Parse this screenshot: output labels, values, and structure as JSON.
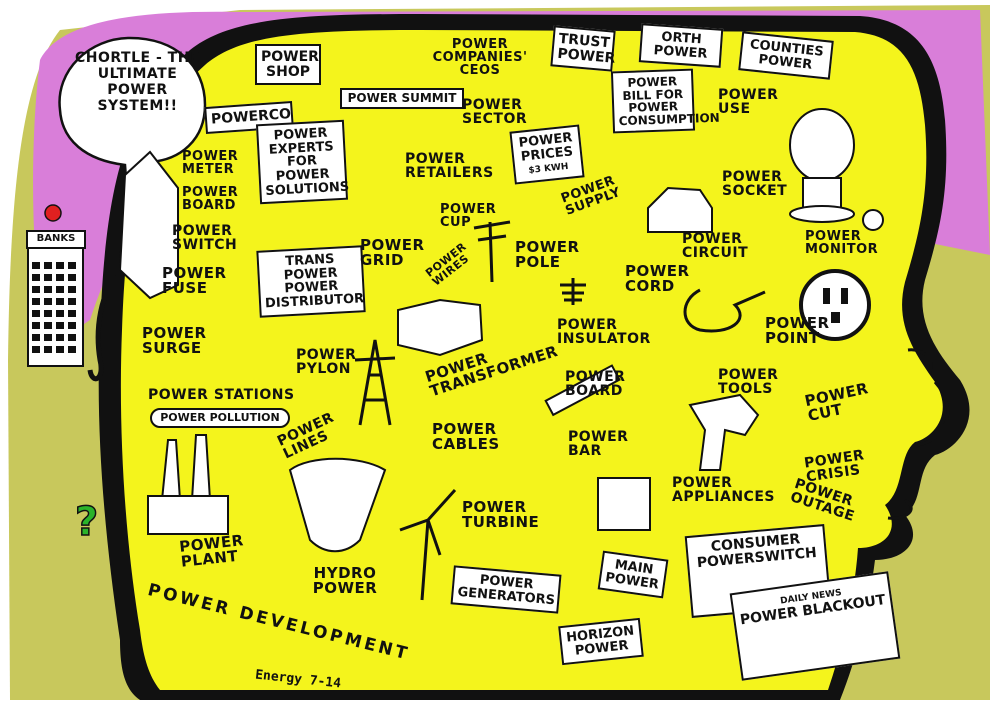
{
  "colors": {
    "skin": "#f4f41c",
    "outer": "#c8c85c",
    "hair": "#d97ed9",
    "ink": "#111111",
    "paper": "#ffffff"
  },
  "speech": "CHORTLE - THE ULTIMATE POWER SYSTEM!!",
  "banks": "BANKS",
  "signature": "Energy 7-14",
  "boxes": {
    "power_shop": "POWER SHOP",
    "powerco": "POWERCO",
    "power_summit": "POWER SUMMIT",
    "trust_power": "TRUST POWER",
    "north_power": "ORTH POWER",
    "counties_power": "COUNTIES POWER",
    "power_bill": "POWER BILL for POWER CONSUMPTION",
    "power_experts": "POWER EXPERTS FOR POWER SOLUTIONS",
    "power_prices": "POWER PRICES",
    "power_prices_sub": "$3 Kwh",
    "transpower": "TRANS POWER POWER DISTRIBUTOR",
    "power_generators": "POWER GENERATORS",
    "main_power": "MAIN POWER",
    "horizon_power": "HORIZON POWER",
    "consumer": "CONSUMER",
    "powerswitch": "POWERSWITCH",
    "daily_news": "DAILY NEWS",
    "power_blackout": "POWER BLACKOUT"
  },
  "labels": {
    "power_companies_ceos": "POWER COMPANIES' CEOS",
    "power_sector": "POWER SECTOR",
    "power_use": "POWER USE",
    "power_meter": "POWER METER",
    "power_board_left": "POWER BOARD",
    "power_switch": "POWER SWITCH",
    "power_fuse": "POWER FUSE",
    "power_surge": "POWER SURGE",
    "power_stations": "POWER STATIONS",
    "power_pollution": "POWER POLLUTION",
    "power_retailers": "POWER RETAILERS",
    "power_supply": "POWER SUPPLY",
    "power_socket": "POWER SOCKET",
    "power_cup": "POWER CUP",
    "power_grid": "POWER GRID",
    "power_wires": "POWER WIRES",
    "power_pole": "POWER POLE",
    "power_circuit": "POWER CIRCUIT",
    "power_monitor": "POWER MONITOR",
    "power_cord": "POWER CORD",
    "power_insulator": "POWER INSULATOR",
    "power_point": "POWER POINT",
    "power_pylon": "POWER PYLON",
    "power_transformer": "POWER TRANSFORMER",
    "power_lines": "POWER LINES",
    "power_board_mid": "POWER BOARD",
    "power_tools": "POWER TOOLS",
    "power_cut": "POWER CUT",
    "power_cables": "POWER CABLES",
    "power_bar": "POWER BAR",
    "power_crisis": "POWER CRISIS",
    "power_appliances": "POWER APPLIANCES",
    "power_outage": "POWER OUTAGE",
    "power_turbine": "POWER TURBINE",
    "power_plant": "POWER PLANT",
    "hydro_power": "HYDRO POWER",
    "power_development": "POWER DEVELOPMENT"
  }
}
